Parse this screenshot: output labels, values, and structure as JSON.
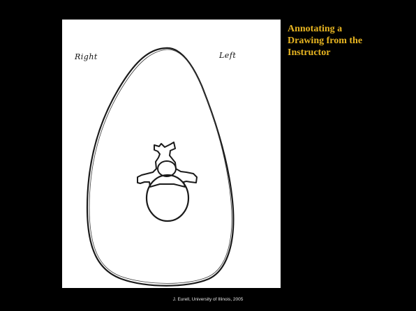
{
  "slide": {
    "background_color": "#000000",
    "title_lines": [
      "Annotating a",
      "Drawing from the",
      "Instructor"
    ],
    "title_color": "#e8b521",
    "credit": "J. Eurell, University of Illinois, 2005"
  },
  "drawing": {
    "label_right": "Right",
    "label_left": "Left",
    "subject": "hand-drawn cross-section outline with vertebra"
  }
}
